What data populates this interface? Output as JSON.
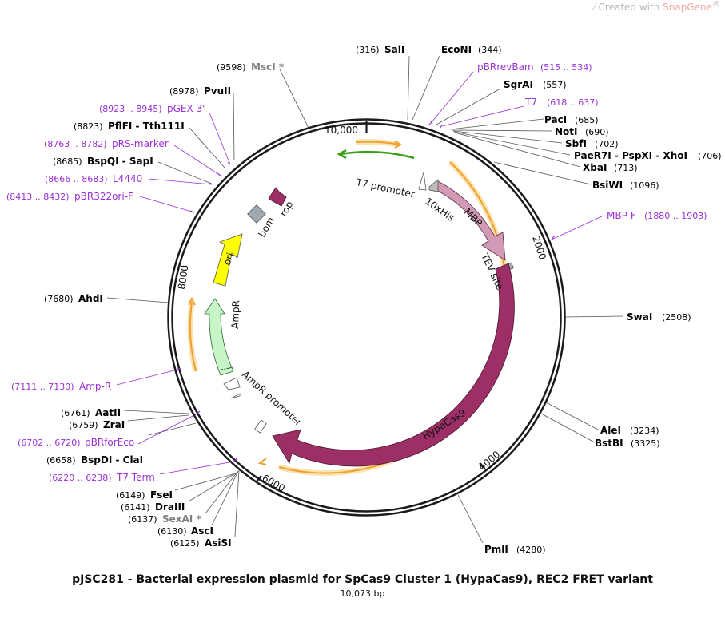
{
  "watermark": {
    "prefix": "Created with ",
    "brand": "SnapGene",
    "mark": "®"
  },
  "title": "pJSC281 - Bacterial expression plasmid for SpCas9 Cluster 1 (HypaCas9), REC2 FRET variant",
  "subtitle": "10,073 bp",
  "colors": {
    "backbone": "#1a1a1a",
    "primer": "#9b30d6",
    "cas9": "#9c2f66",
    "mbp": "#d39ab8",
    "ori": "#ffff00",
    "ampr": "#c8f5c8",
    "rop": "#9c2f66",
    "bom": "#a0a8b0",
    "orf_orange": "#f0a030",
    "orf_glow": "#fbe3b0",
    "orf_green": "#3aa018"
  },
  "ticks": [
    "10,000",
    "2000",
    "4000",
    "6000",
    "8000"
  ],
  "features": {
    "t7_promoter": "T7 promoter",
    "his": "10xHis",
    "mbp": "MBP",
    "tev": "TEV site",
    "cas9": "HypaCas9",
    "ampr_promoter": "AmpR promoter",
    "ampr": "AmpR",
    "ori": "ori",
    "bom": "bom",
    "rop": "rop"
  },
  "labels": [
    {
      "pos": "(316)",
      "name": "SalI",
      "type": "enzyme"
    },
    {
      "pos": "(344)",
      "name": "EcoNI",
      "type": "enzyme"
    },
    {
      "pos": "(515 .. 534)",
      "name": "pBRrevBam",
      "type": "primer"
    },
    {
      "pos": "(557)",
      "name": "SgrAI",
      "type": "enzyme"
    },
    {
      "pos": "(618 .. 637)",
      "name": "T7",
      "type": "primer"
    },
    {
      "pos": "(685)",
      "name": "PacI",
      "type": "enzyme"
    },
    {
      "pos": "(690)",
      "name": "NotI",
      "type": "enzyme"
    },
    {
      "pos": "(702)",
      "name": "SbfI",
      "type": "enzyme"
    },
    {
      "pos": "(706)",
      "name": "PaeR7I - PspXI - XhoI",
      "type": "enzyme"
    },
    {
      "pos": "(713)",
      "name": "XbaI",
      "type": "enzyme"
    },
    {
      "pos": "(1096)",
      "name": "BsiWI",
      "type": "enzyme"
    },
    {
      "pos": "(1880 .. 1903)",
      "name": "MBP-F",
      "type": "primer"
    },
    {
      "pos": "(2508)",
      "name": "SwaI",
      "type": "enzyme"
    },
    {
      "pos": "(3234)",
      "name": "AleI",
      "type": "enzyme"
    },
    {
      "pos": "(3325)",
      "name": "BstBI",
      "type": "enzyme"
    },
    {
      "pos": "(4280)",
      "name": "PmlI",
      "type": "enzyme"
    },
    {
      "pos": "(6125)",
      "name": "AsiSI",
      "type": "enzyme"
    },
    {
      "pos": "(6130)",
      "name": "AscI",
      "type": "enzyme"
    },
    {
      "pos": "(6137)",
      "name": "SexAI *",
      "type": "enzyme-gray"
    },
    {
      "pos": "(6141)",
      "name": "DraIII",
      "type": "enzyme"
    },
    {
      "pos": "(6149)",
      "name": "FseI",
      "type": "enzyme"
    },
    {
      "pos": "(6220 .. 6238)",
      "name": "T7 Term",
      "type": "primer"
    },
    {
      "pos": "(6658)",
      "name": "BspDI - ClaI",
      "type": "enzyme"
    },
    {
      "pos": "(6702 .. 6720)",
      "name": "pBRforEco",
      "type": "primer"
    },
    {
      "pos": "(6759)",
      "name": "ZraI",
      "type": "enzyme"
    },
    {
      "pos": "(6761)",
      "name": "AatII",
      "type": "enzyme"
    },
    {
      "pos": "(7111 .. 7130)",
      "name": "Amp-R",
      "type": "primer"
    },
    {
      "pos": "(7680)",
      "name": "AhdI",
      "type": "enzyme"
    },
    {
      "pos": "(8413 .. 8432)",
      "name": "pBR322ori-F",
      "type": "primer"
    },
    {
      "pos": "(8666 .. 8683)",
      "name": "L4440",
      "type": "primer"
    },
    {
      "pos": "(8685)",
      "name": "BspQI - SapI",
      "type": "enzyme"
    },
    {
      "pos": "(8763 .. 8782)",
      "name": "pRS-marker",
      "type": "primer"
    },
    {
      "pos": "(8823)",
      "name": "PflFI - Tth111I",
      "type": "enzyme"
    },
    {
      "pos": "(8923 .. 8945)",
      "name": "pGEX 3'",
      "type": "primer"
    },
    {
      "pos": "(8978)",
      "name": "PvuII",
      "type": "enzyme"
    },
    {
      "pos": "(9598)",
      "name": "MscI *",
      "type": "enzyme-gray"
    }
  ]
}
